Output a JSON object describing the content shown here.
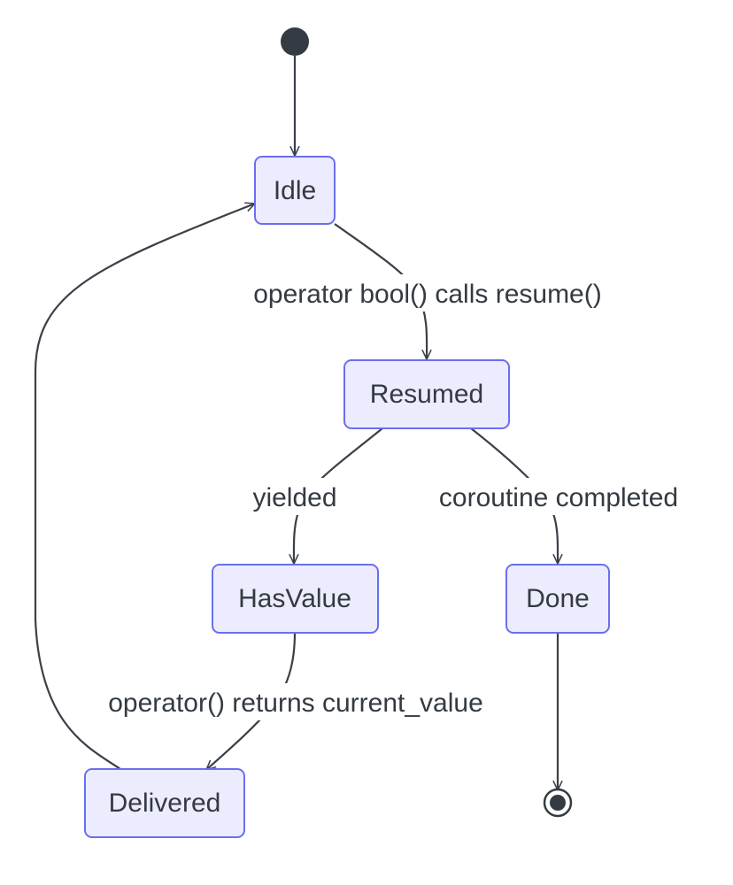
{
  "diagram": {
    "type": "state-diagram",
    "colors": {
      "state_fill": "#ececfe",
      "state_border": "#6b6ef0",
      "edge": "#3a4048",
      "text": "#333a42"
    },
    "states": {
      "idle": "Idle",
      "resumed": "Resumed",
      "has_value": "HasValue",
      "done": "Done",
      "delivered": "Delivered"
    },
    "transitions": [
      {
        "from": "start",
        "to": "Idle",
        "label": ""
      },
      {
        "from": "Idle",
        "to": "Resumed",
        "label": "operator bool() calls resume()"
      },
      {
        "from": "Resumed",
        "to": "HasValue",
        "label": "yielded"
      },
      {
        "from": "Resumed",
        "to": "Done",
        "label": "coroutine completed"
      },
      {
        "from": "HasValue",
        "to": "Delivered",
        "label": "operator() returns current_value"
      },
      {
        "from": "Delivered",
        "to": "Idle",
        "label": ""
      },
      {
        "from": "Done",
        "to": "end",
        "label": ""
      }
    ]
  }
}
